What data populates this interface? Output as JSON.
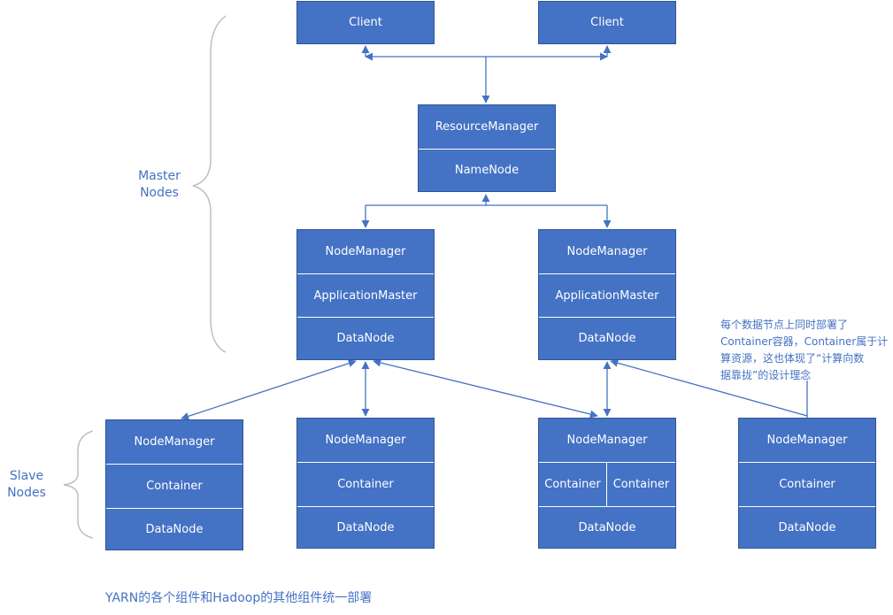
{
  "master_label": [
    "Master",
    "Nodes"
  ],
  "slave_label": [
    "Slave",
    "Nodes"
  ],
  "clients": [
    "Client",
    "Client"
  ],
  "resource_manager": {
    "top": "ResourceManager",
    "bottom": "NameNode"
  },
  "master_node_managers": [
    {
      "rows": [
        "NodeManager",
        "ApplicationMaster",
        "DataNode"
      ]
    },
    {
      "rows": [
        "NodeManager",
        "ApplicationMaster",
        "DataNode"
      ]
    }
  ],
  "slave_nodes": [
    {
      "rows": [
        "NodeManager",
        "Container",
        "DataNode"
      ]
    },
    {
      "rows": [
        "NodeManager",
        "Container",
        "DataNode"
      ]
    },
    {
      "top": "NodeManager",
      "containers": [
        "Container",
        "Container"
      ],
      "bottom": "DataNode"
    },
    {
      "rows": [
        "NodeManager",
        "Container",
        "DataNode"
      ]
    }
  ],
  "annotation": [
    "每个数据节点上同时部署了",
    "Container容器，Container属于计",
    "算资源，这也体现了“计算向数",
    "据靠拢”的设计理念"
  ],
  "caption": "YARN的各个组件和Hadoop的其他组件统一部署",
  "colors": {
    "box": "#4472c4",
    "line": "#4472c4",
    "brace": "#bfbfbf",
    "text": "#4472c4"
  }
}
